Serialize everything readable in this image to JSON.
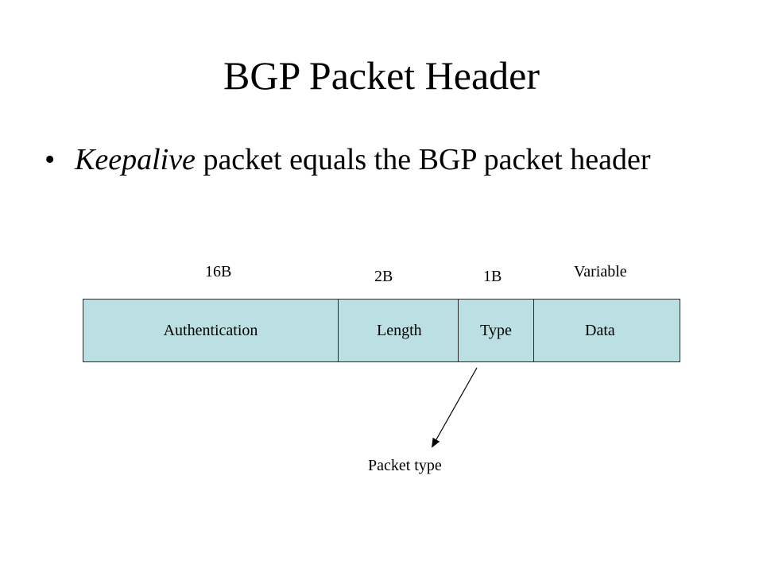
{
  "slide": {
    "title": "BGP Packet Header",
    "bullet": {
      "emphasis": "Keepalive",
      "rest": " packet equals the BGP packet header"
    }
  },
  "diagram": {
    "fields": [
      {
        "label": "Authentication",
        "size": "16B"
      },
      {
        "label": "Length",
        "size": "2B"
      },
      {
        "label": "Type",
        "size": "1B"
      },
      {
        "label": "Data",
        "size": "Variable"
      }
    ],
    "callout": "Packet type",
    "colors": {
      "field_fill": "#bcdfe3",
      "border": "#2a2a2a"
    }
  }
}
